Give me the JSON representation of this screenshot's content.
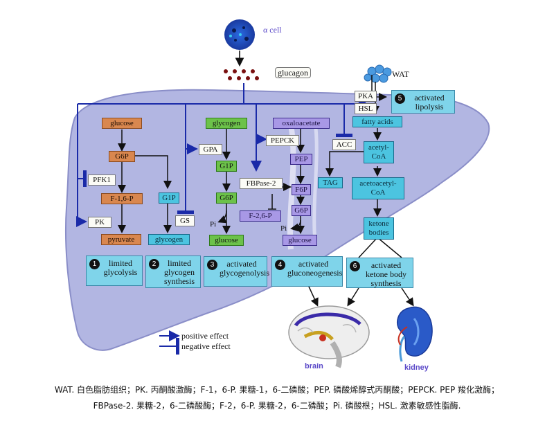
{
  "top": {
    "alpha_cell": "α cell",
    "glucagon": "glucagon",
    "wat": "WAT"
  },
  "left_column": {
    "glucose": "glucose",
    "g6p": "G6P",
    "pfk1": "PFK1",
    "f16p": "F-1,6-P",
    "pk": "PK",
    "pyruvate": "pyruvate",
    "g1p": "G1P",
    "gs": "GS",
    "glycogen_product": "glycogen"
  },
  "middle_column": {
    "glycogen": "glycogen",
    "gpa": "GPA",
    "g1p": "G1P",
    "g6p": "G6P",
    "pi": "Pi",
    "glucose": "glucose"
  },
  "gluconeo_column": {
    "oxaloacetate": "oxaloacetate",
    "pepck": "PEPCK",
    "pep": "PEP",
    "fbpase2": "FBPase-2",
    "f6p": "F6P",
    "f26p": "F-2,6-P",
    "g6p": "G6P",
    "pi": "Pi",
    "glucose": "glucose"
  },
  "lipid_column": {
    "pka": "PKA",
    "hsl": "HSL",
    "fatty_acids": "fatty acids",
    "acc": "ACC",
    "acetyl_coa": "acetyl-CoA",
    "tag": "TAG",
    "acetoacetyl_coa": "acetoacetyl-CoA",
    "ketone_bodies": "ketone bodies"
  },
  "outcomes": [
    {
      "num": "1",
      "text": "limited glycolysis"
    },
    {
      "num": "2",
      "text": "limited glycogen synthesis"
    },
    {
      "num": "3",
      "text": "activated glycogenolysis"
    },
    {
      "num": "4",
      "text": "activated gluconeogenesis"
    },
    {
      "num": "5",
      "text": "activated lipolysis"
    },
    {
      "num": "6",
      "text": "activated ketone body synthesis"
    }
  ],
  "organs": {
    "brain": "brain",
    "kidney": "kidney"
  },
  "legend": {
    "positive": "positive effect",
    "negative": "negative effect"
  },
  "caption": {
    "line1": "WAT. 白色脂肪组织；PK. 丙酮酸激酶；F-1，6-P. 果糖-1，6-二磷酸；PEP. 磷酸烯醇式丙酮酸；PEPCK. PEP 羧化激酶；",
    "line2": "FBPase-2. 果糖-2，6-二磷酸酶；F-2，6-P. 果糖-2，6-二磷酸；Pi. 磷酸根；HSL. 激素敏感性脂酶."
  }
}
